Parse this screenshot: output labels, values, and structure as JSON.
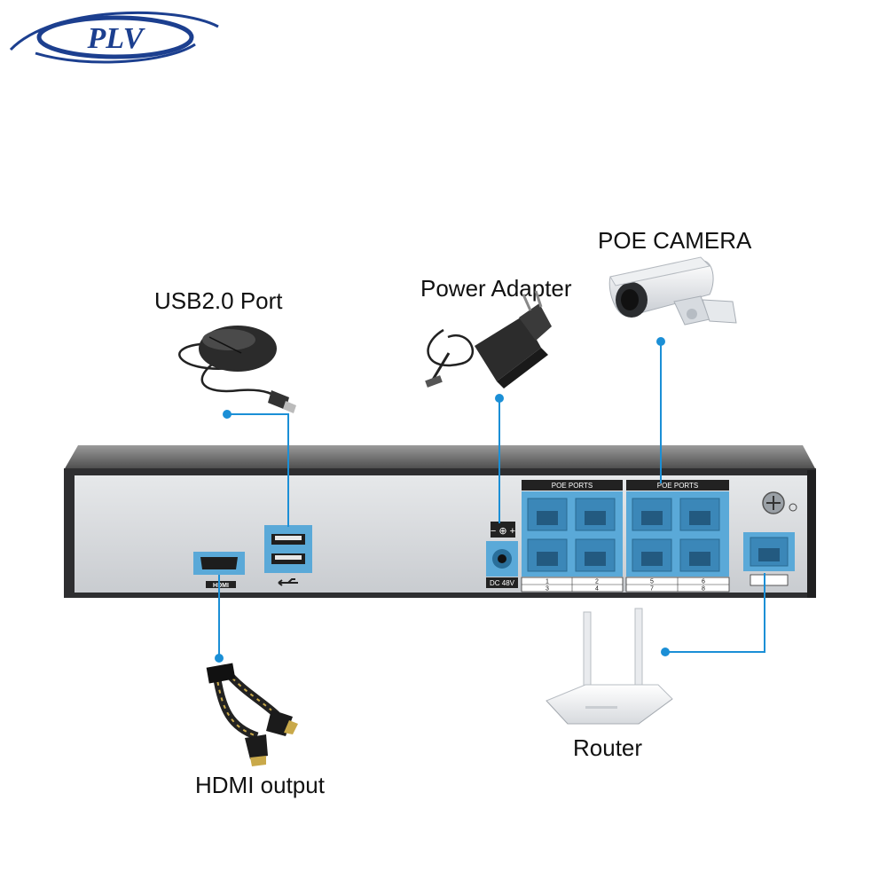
{
  "brand": {
    "logo_text": "PLV"
  },
  "labels": {
    "usb": "USB2.0 Port",
    "power": "Power Adapter",
    "camera": "POE CAMERA",
    "router": "Router",
    "hdmi": "HDMI output"
  },
  "device": {
    "poe_ports_label_left": "POE  PORTS",
    "poe_ports_label_right": "POE  PORTS",
    "dc_label": "DC 48V",
    "hdmi_port_label": "HDMI",
    "port_numbers": [
      "1",
      "2",
      "3",
      "4",
      "5",
      "6",
      "7",
      "8"
    ]
  },
  "colors": {
    "accent_blue": "#1b8fd6",
    "port_blue": "#5aa9d8",
    "brand_navy": "#1c3f8f"
  }
}
